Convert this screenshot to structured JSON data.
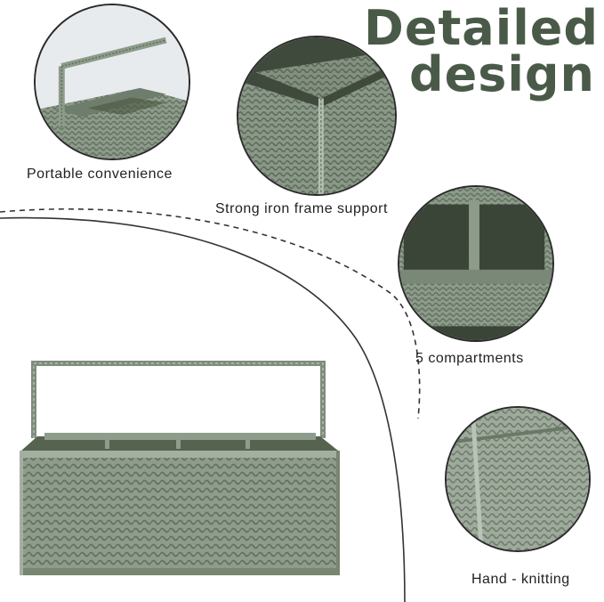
{
  "heading": {
    "line1": "Detailed",
    "line2": "design"
  },
  "features": [
    {
      "caption": "Portable convenience"
    },
    {
      "caption": "Strong iron frame support"
    },
    {
      "caption": "5 compartments"
    },
    {
      "caption": "Hand - knitting"
    }
  ],
  "colors": {
    "heading": "#4a5a48",
    "weave": "#8d9b8a",
    "weave_dark": "#5f6d5c",
    "weave_light": "#b3bfb0"
  }
}
